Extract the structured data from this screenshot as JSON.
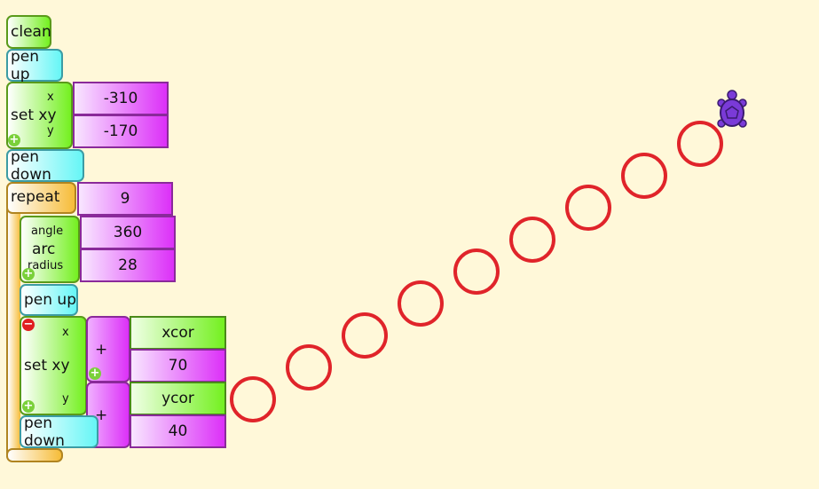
{
  "blocks": {
    "clean": "clean",
    "pen_up_1": "pen up",
    "setxy_1": {
      "label": "set xy",
      "x_label": "x",
      "y_label": "y",
      "x_value": "-310",
      "y_value": "-170"
    },
    "pen_down_1": "pen down",
    "repeat": {
      "label": "repeat",
      "count": "9"
    },
    "arc": {
      "label": "arc",
      "angle_label": "angle",
      "radius_label": "radius",
      "angle": "360",
      "radius": "28"
    },
    "pen_up_2": "pen up",
    "setxy_2": {
      "label": "set xy",
      "x_label": "x",
      "y_label": "y"
    },
    "plus_1": {
      "label": "+",
      "a": "xcor",
      "b": "70"
    },
    "plus_2": {
      "label": "+",
      "a": "ycor",
      "b": "40"
    },
    "pen_down_2": "pen down"
  },
  "canvas": {
    "circle_color": "#e0242a",
    "turtle_color": "#7a3ad8",
    "circle_count": 9
  }
}
